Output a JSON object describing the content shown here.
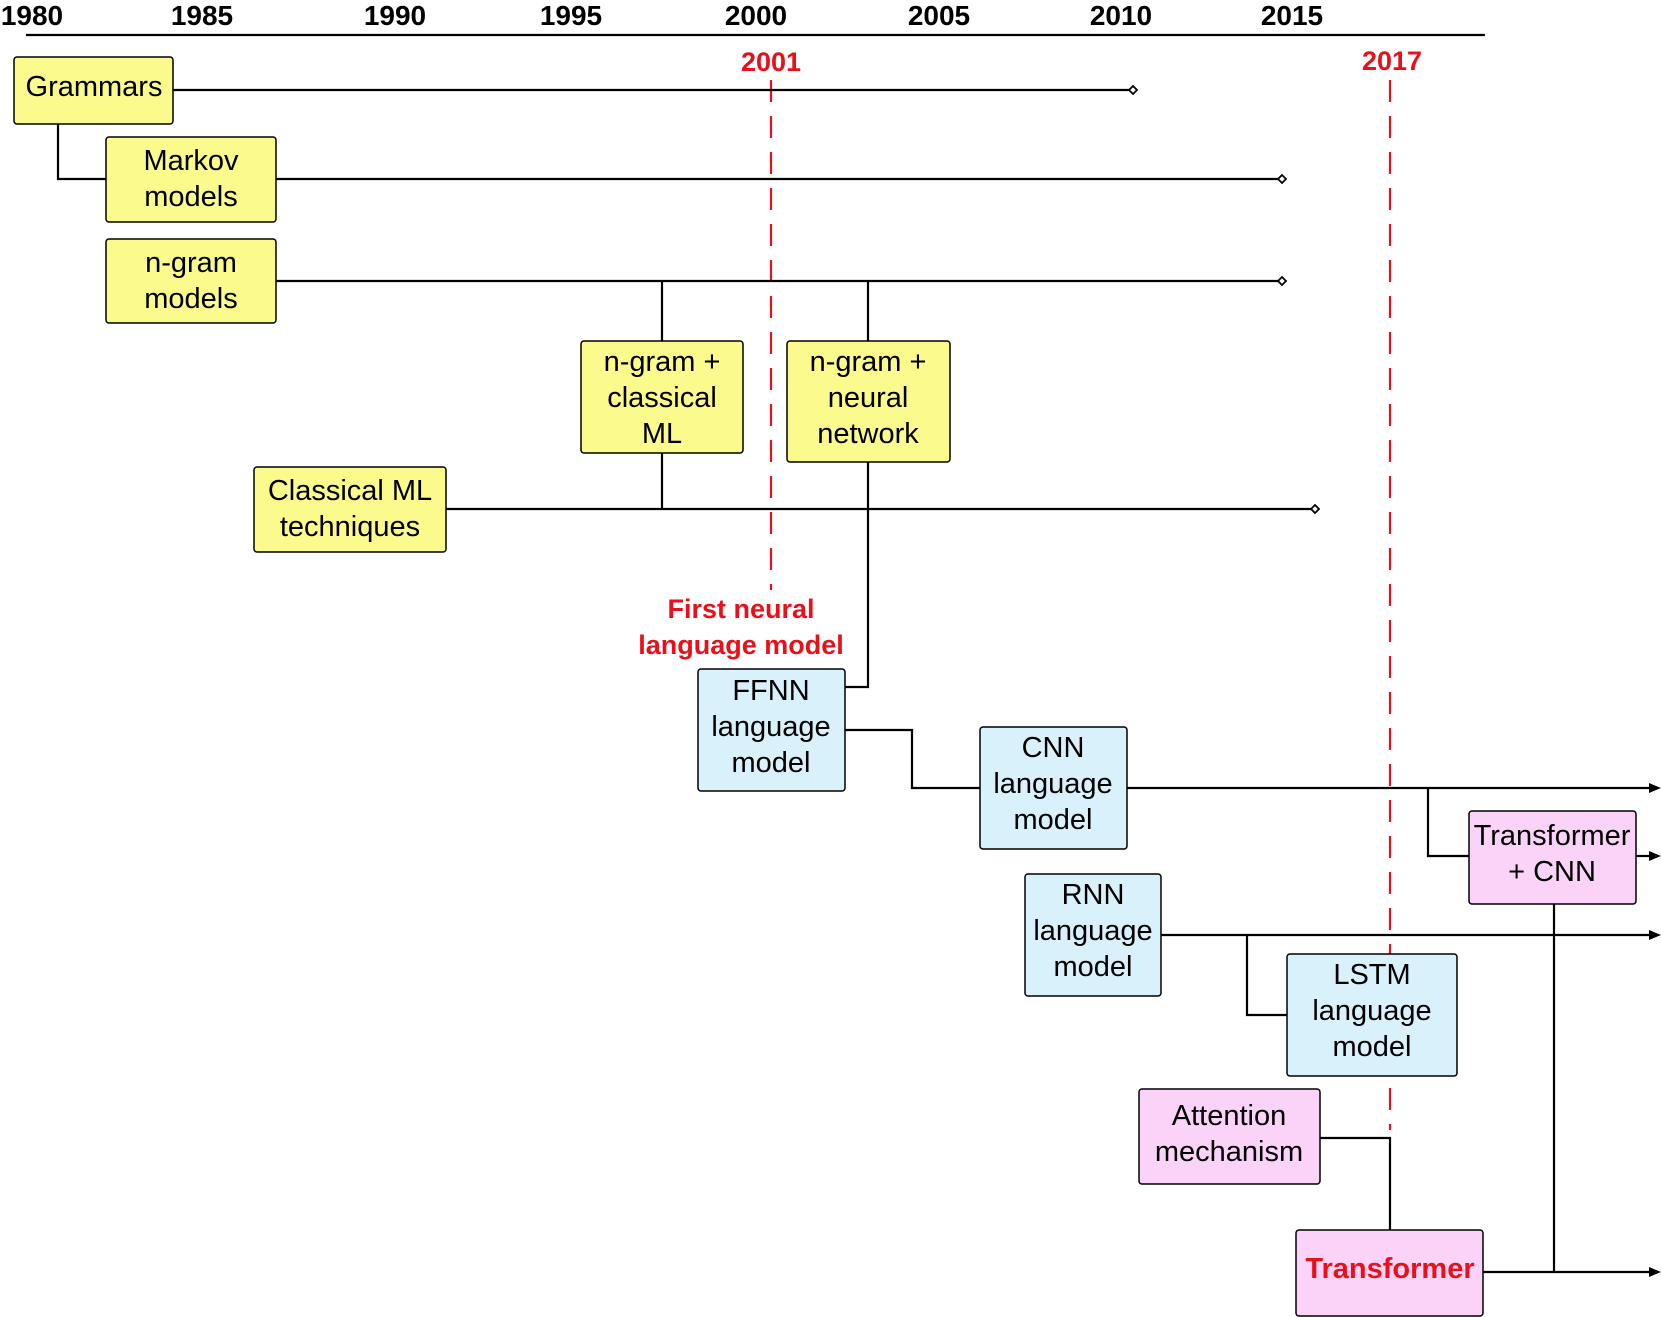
{
  "axis": {
    "years": [
      "1980",
      "1985",
      "1990",
      "1995",
      "2000",
      "2005",
      "2010",
      "2015"
    ]
  },
  "markers": [
    {
      "year": "2001",
      "caption": [
        "First neural",
        "language model"
      ]
    },
    {
      "year": "2017",
      "caption": []
    }
  ],
  "nodes": {
    "grammars": {
      "lines": [
        "Grammars"
      ],
      "fill": "#fbfa8c"
    },
    "markov": {
      "lines": [
        "Markov",
        "models"
      ],
      "fill": "#fbfa8c"
    },
    "ngram": {
      "lines": [
        "n-gram",
        "models"
      ],
      "fill": "#fbfa8c"
    },
    "ngram_classical": {
      "lines": [
        "n-gram +",
        "classical",
        "ML"
      ],
      "fill": "#fbfa8c"
    },
    "ngram_neural": {
      "lines": [
        "n-gram +",
        "neural",
        "network"
      ],
      "fill": "#fbfa8c"
    },
    "classical_ml": {
      "lines": [
        "Classical ML",
        "techniques"
      ],
      "fill": "#fbfa8c"
    },
    "ffnn": {
      "lines": [
        "FFNN",
        "language",
        "model"
      ],
      "fill": "#d9f1fb"
    },
    "cnn": {
      "lines": [
        "CNN",
        "language",
        "model"
      ],
      "fill": "#d9f1fb"
    },
    "rnn": {
      "lines": [
        "RNN",
        "language",
        "model"
      ],
      "fill": "#d9f1fb"
    },
    "lstm": {
      "lines": [
        "LSTM",
        "language",
        "model"
      ],
      "fill": "#d9f1fb"
    },
    "transformer_cnn": {
      "lines": [
        "Transformer",
        "+ CNN"
      ],
      "fill": "#fbd3f8"
    },
    "attention": {
      "lines": [
        "Attention",
        "mechanism"
      ],
      "fill": "#fbd3f8"
    },
    "transformer": {
      "lines": [
        "Transformer"
      ],
      "fill": "#fbd3f8",
      "highlight": true
    }
  },
  "colors": {
    "line": "#000000",
    "marker": "#e8101a",
    "yellow": "#fbfa8c",
    "blue": "#d9f1fb",
    "pink": "#fbd3f8"
  }
}
